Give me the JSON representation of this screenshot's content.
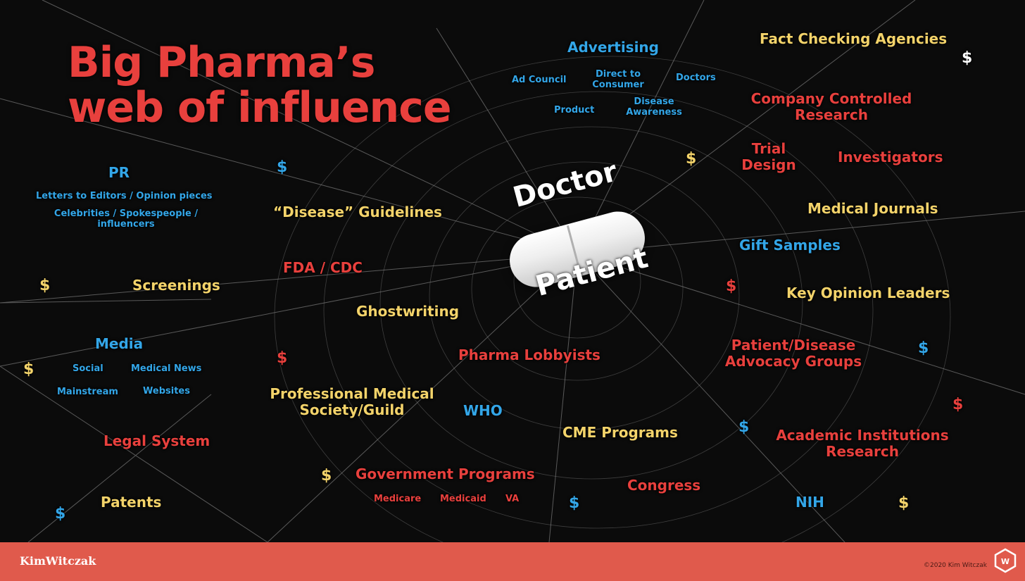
{
  "title": {
    "line1": "Big Pharma’s",
    "line2": "web of influence"
  },
  "center": {
    "top": "Doctor",
    "bottom": "Patient"
  },
  "advertising": {
    "heading": "Advertising",
    "ad_council": "Ad Council",
    "dtc_1": "Direct to",
    "dtc_2": "Consumer",
    "doctors": "Doctors",
    "product": "Product",
    "disease_1": "Disease",
    "disease_2": "Awareness"
  },
  "pr": {
    "heading": "PR",
    "letters": "Letters to Editors / Opinion pieces",
    "celebs_1": "Celebrities / Spokespeople /",
    "celebs_2": "influencers"
  },
  "media": {
    "heading": "Media",
    "social": "Social",
    "medical_news": "Medical News",
    "mainstream": "Mainstream",
    "websites": "Websites"
  },
  "labels": {
    "fact_checking": "Fact Checking Agencies",
    "company_research_1": "Company Controlled",
    "company_research_2": "Research",
    "trial_1": "Trial",
    "trial_2": "Design",
    "investigators": "Investigators",
    "medical_journals": "Medical Journals",
    "disease_guidelines": "“Disease” Guidelines",
    "gift_samples": "Gift Samples",
    "fda_cdc": "FDA / CDC",
    "screenings": "Screenings",
    "key_opinion_leaders": "Key Opinion Leaders",
    "ghostwriting": "Ghostwriting",
    "pharma_lobbyists": "Pharma Lobbyists",
    "advocacy_1": "Patient/Disease",
    "advocacy_2": "Advocacy Groups",
    "society_1": "Professional Medical",
    "society_2": "Society/Guild",
    "who": "WHO",
    "legal_system": "Legal System",
    "cme_programs": "CME Programs",
    "academic_1": "Academic Institutions",
    "academic_2": "Research",
    "government_programs": "Government Programs",
    "medicare": "Medicare",
    "medicaid": "Medicaid",
    "va": "VA",
    "congress": "Congress",
    "patents": "Patents",
    "nih": "NIH"
  },
  "dollar_sign": "$",
  "footer": {
    "brand": "KimWitczak",
    "copyright": "©2020 Kim Witczak",
    "logo_letter": "W"
  },
  "colors": {
    "red": "#e8403d",
    "yellow": "#f3d36a",
    "blue": "#33a6e8",
    "footer": "#e05a4c",
    "background": "#0b0b0b"
  }
}
